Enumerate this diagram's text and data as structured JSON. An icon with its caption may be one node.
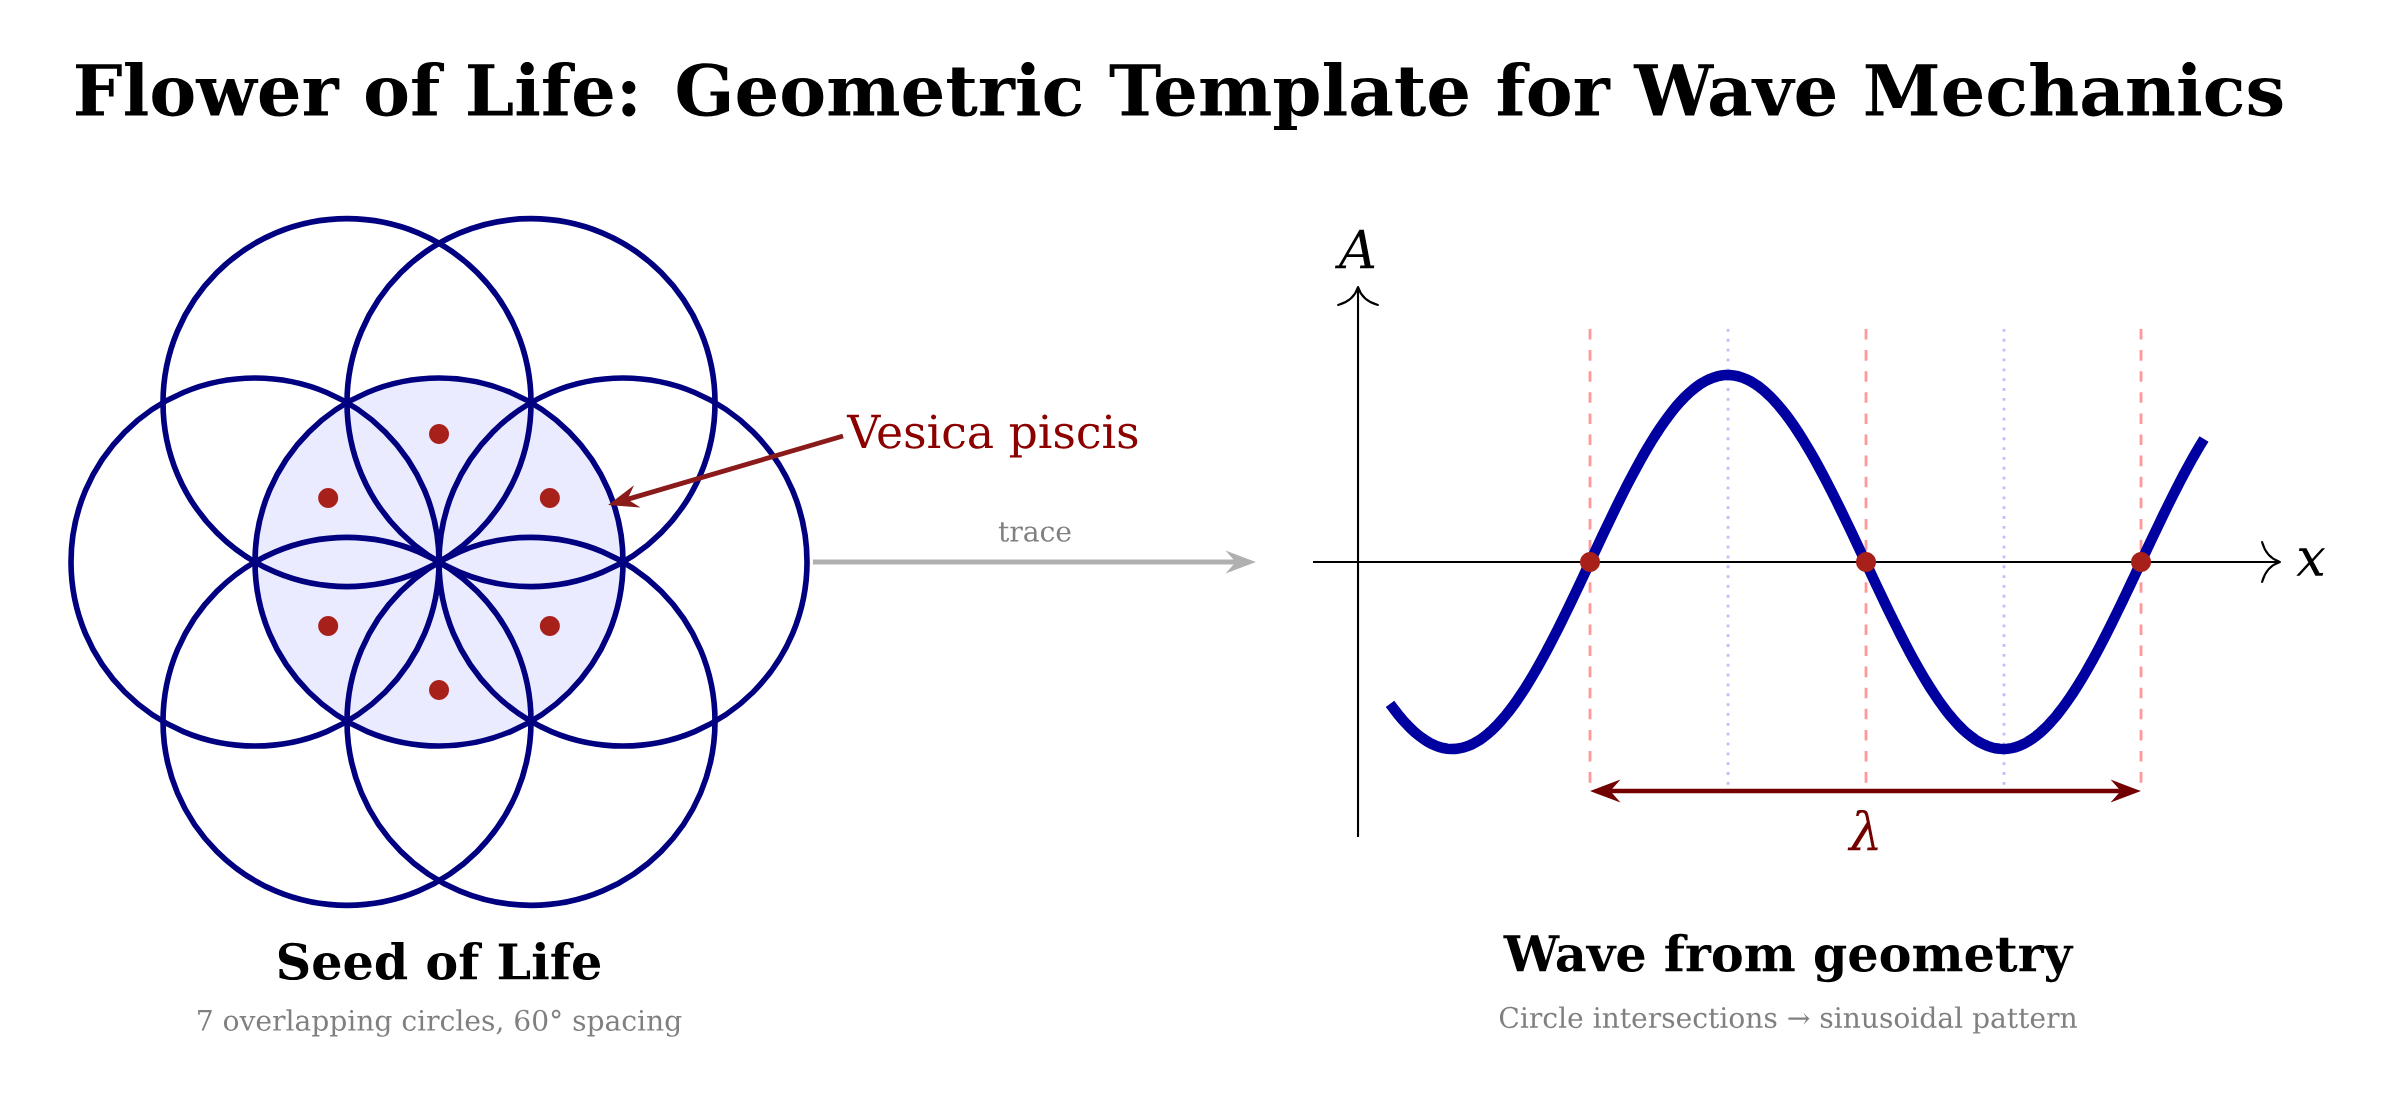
{
  "diagram": {
    "title": "Flower of Life: Geometric Template for Wave Mechanics",
    "nodes": [
      {
        "text": [],
        "shape": "picture",
        "beside": [
          "Seed of Life",
          "7 overlapping circles, 60° spacing"
        ]
      },
      {
        "text": [
          "Vesica piscis"
        ]
      },
      {
        "text": [],
        "shape": "picture",
        "beside": [
          "Wave from geometry",
          "Circle intersections → sinusoidal pattern"
        ]
      }
    ],
    "edges": [
      {
        "from": 1,
        "to": 0,
        "arrow": "to",
        "color": "#8b1a1a"
      },
      {
        "from": 0,
        "to": 2,
        "arrow": "to",
        "label": "trace",
        "color": "#b0b0b0"
      }
    ],
    "labels": [
      "A",
      "x",
      "λ"
    ]
  }
}
